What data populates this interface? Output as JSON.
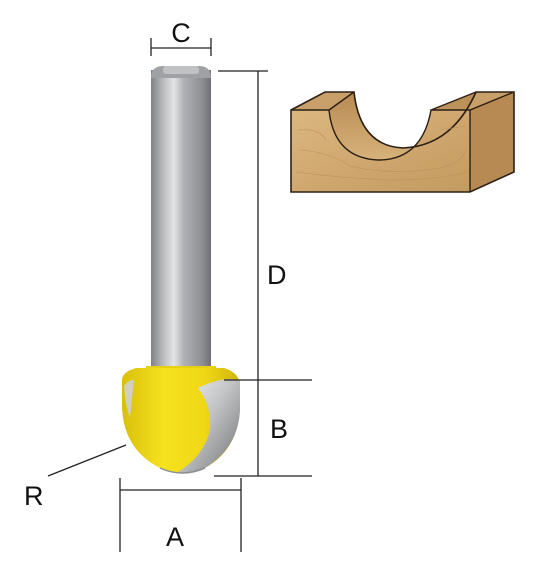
{
  "labels": {
    "A": "A",
    "B": "B",
    "C": "C",
    "D": "D",
    "R": "R"
  },
  "colors": {
    "shank": "#a7a9ac",
    "body_yellow": "#f3dc15",
    "body_yellow_dark": "#d8bd0c",
    "blade_silver": "#b9babc",
    "wood_top": "#c9a36c",
    "wood_front": "#d2ad75",
    "wood_side": "#b88d55",
    "line": "#222222"
  }
}
